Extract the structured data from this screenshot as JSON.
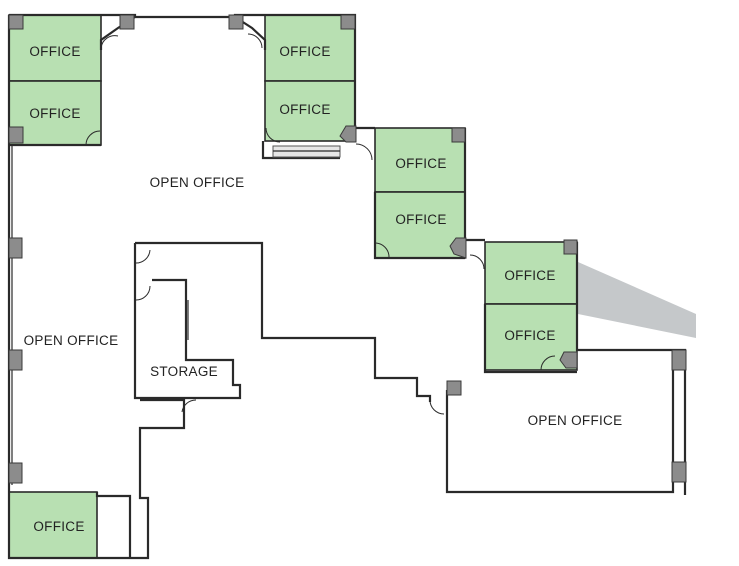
{
  "rooms": {
    "office": "OFFICE",
    "open_office": "OPEN OFFICE",
    "storage": "STORAGE"
  },
  "colors": {
    "office_fill": "#b8e0b2",
    "wall": "#2a2a2a",
    "column": "#8c8c8c",
    "view_wedge": "#c5c8ca"
  }
}
